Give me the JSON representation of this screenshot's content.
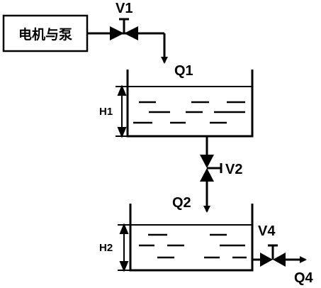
{
  "motor_pump_label": "电机与泵",
  "valves": {
    "v1": "V1",
    "v2": "V2",
    "v4": "V4"
  },
  "flows": {
    "q1": "Q1",
    "q2": "Q2",
    "q4": "Q4"
  },
  "levels": {
    "h1": "H1",
    "h2": "H2"
  }
}
